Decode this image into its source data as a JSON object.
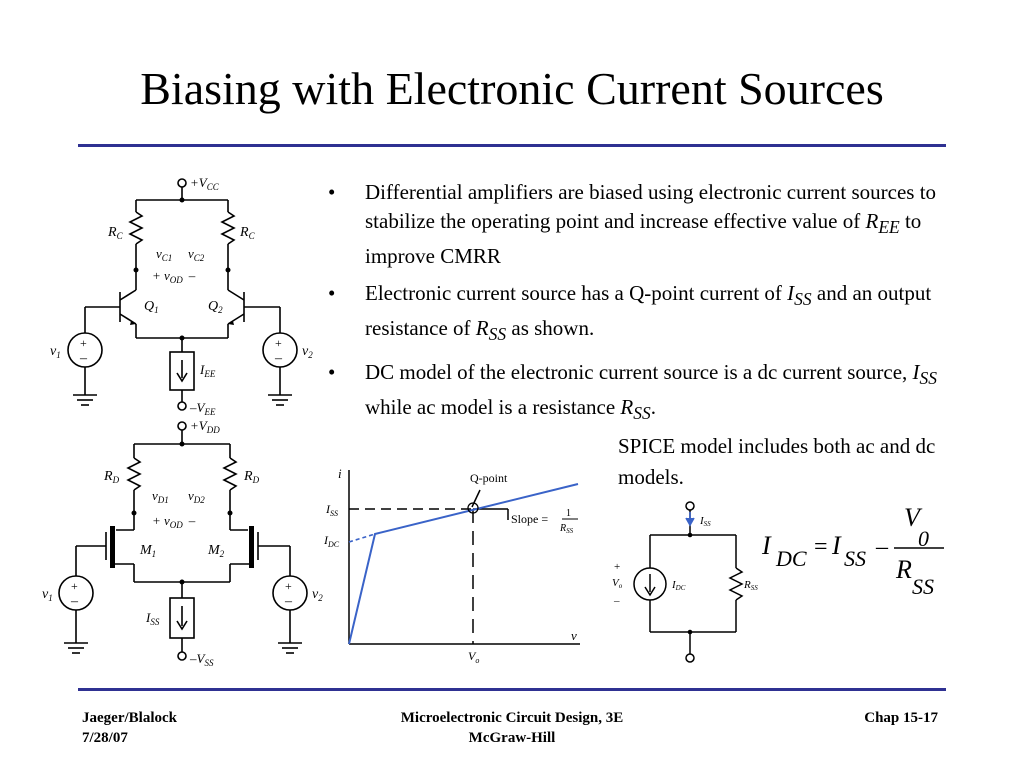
{
  "slide": {
    "title": "Biasing with Electronic Current Sources",
    "bullets": [
      {
        "pre": "Differential amplifiers are biased using electronic current sources to stabilize the operating point and increase effective value of ",
        "sym": "R",
        "sub": "EE",
        "post": " to improve CMRR"
      },
      {
        "pre": "Electronic current source has a Q-point current of ",
        "sym": "I",
        "sub": "SS",
        "mid": " and an output resistance of ",
        "sym2": "R",
        "sub2": "SS",
        "post": " as shown."
      },
      {
        "pre": "DC model of the electronic current source is a dc current source, ",
        "sym": "I",
        "sub": "SS",
        "mid": " while ac model is a resistance ",
        "sym2": "R",
        "sub2": "SS",
        "post": "."
      }
    ],
    "spice_note": "SPICE model includes both ac and dc models."
  },
  "circuit_top": {
    "vcc": "+V",
    "vcc_sub": "CC",
    "vee": "–V",
    "vee_sub": "EE",
    "rc": "R",
    "rc_sub": "C",
    "vc1": "v",
    "vc1_sub": "C1",
    "vc2": "v",
    "vc2_sub": "C2",
    "vod": "+ v",
    "vod_sub": "OD",
    "vod_minus": "–",
    "q1": "Q",
    "q1_sub": "1",
    "q2": "Q",
    "q2_sub": "2",
    "v1": "v",
    "v1_sub": "1",
    "v2": "v",
    "v2_sub": "2",
    "iee": "I",
    "iee_sub": "EE"
  },
  "circuit_bottom": {
    "vdd": "+V",
    "vdd_sub": "DD",
    "vss": "–V",
    "vss_sub": "SS",
    "rd": "R",
    "rd_sub": "D",
    "vd1": "v",
    "vd1_sub": "D1",
    "vd2": "v",
    "vd2_sub": "D2",
    "vod": "+ v",
    "vod_sub": "OD",
    "vod_minus": "–",
    "m1": "M",
    "m1_sub": "1",
    "m2": "M",
    "m2_sub": "2",
    "v1": "v",
    "v1_sub": "1",
    "v2": "v",
    "v2_sub": "2",
    "iss": "I",
    "iss_sub": "SS"
  },
  "iv_graph": {
    "y_axis": "i",
    "x_axis": "v",
    "iss": "I",
    "iss_sub": "SS",
    "idc": "I",
    "idc_sub": "DC",
    "qpoint": "Q-point",
    "slope": "Slope =",
    "slope_num": "1",
    "slope_den": "R",
    "slope_den_sub": "SS",
    "vo": "V",
    "vo_sub": "o"
  },
  "model_circuit": {
    "iss": "I",
    "iss_sub": "SS",
    "idc": "I",
    "idc_sub": "DC",
    "rss": "R",
    "rss_sub": "SS",
    "vo": "V",
    "vo_sub": "o",
    "plus": "+",
    "minus": "–"
  },
  "equation": {
    "lhs": "I",
    "lhs_sub": "DC",
    "eq": "=",
    "term": "I",
    "term_sub": "SS",
    "minus": "–",
    "num": "V",
    "num_sub": "0",
    "den": "R",
    "den_sub": "SS"
  },
  "footer": {
    "authors": "Jaeger/Blalock",
    "date": "7/28/07",
    "book": "Microelectronic Circuit Design, 3E",
    "publisher": "McGraw-Hill",
    "chapter": "Chap 15-17"
  },
  "colors": {
    "rule": "#2f3192",
    "graph_line": "#3a63c8",
    "arrow": "#3a63c8"
  }
}
